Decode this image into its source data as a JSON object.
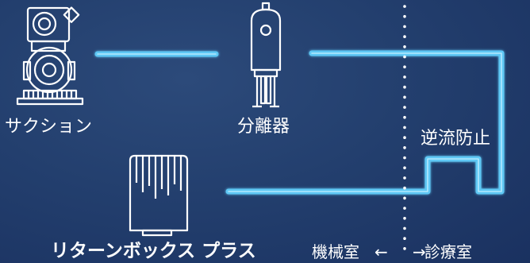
{
  "labels": {
    "suction": "サクション",
    "separator": "分離器",
    "check_valve": "逆流防止",
    "product": "リターンボックス プラス",
    "machine_room": "機械室",
    "clinic_room": "診療室"
  },
  "arrows": {
    "left": "←",
    "right": "→"
  },
  "colors": {
    "background": "#233f6e",
    "pipe": "#5ec8f5",
    "pipe_glow": "#b6ecff",
    "outline": "#ffffff"
  }
}
